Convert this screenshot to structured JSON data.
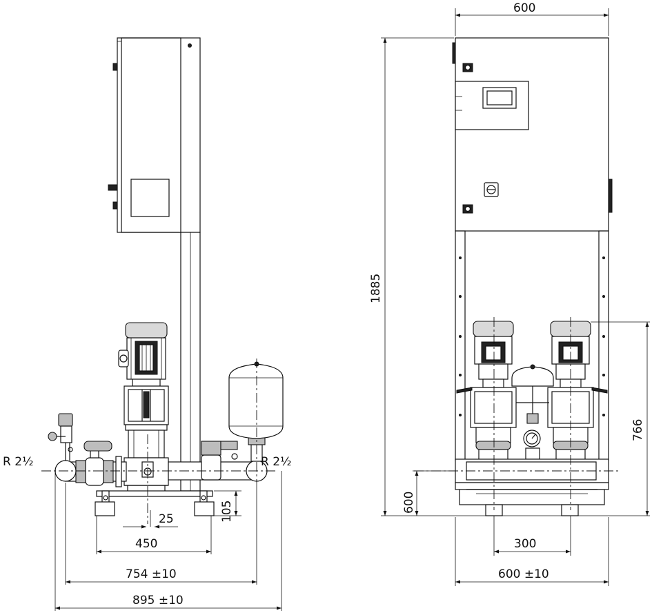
{
  "drawing": {
    "side_view": {
      "connection_left": "R 2½",
      "connection_right": "R 2½",
      "dim_25": "25",
      "dim_105": "105",
      "dim_450": "450",
      "dim_754": "754 ±10",
      "dim_895": "895 ±10"
    },
    "front_view": {
      "dim_top_width": "600",
      "dim_height": "1885",
      "dim_766": "766",
      "dim_600_vertical": "600",
      "dim_300": "300",
      "dim_bottom_width": "600 ±10"
    }
  }
}
